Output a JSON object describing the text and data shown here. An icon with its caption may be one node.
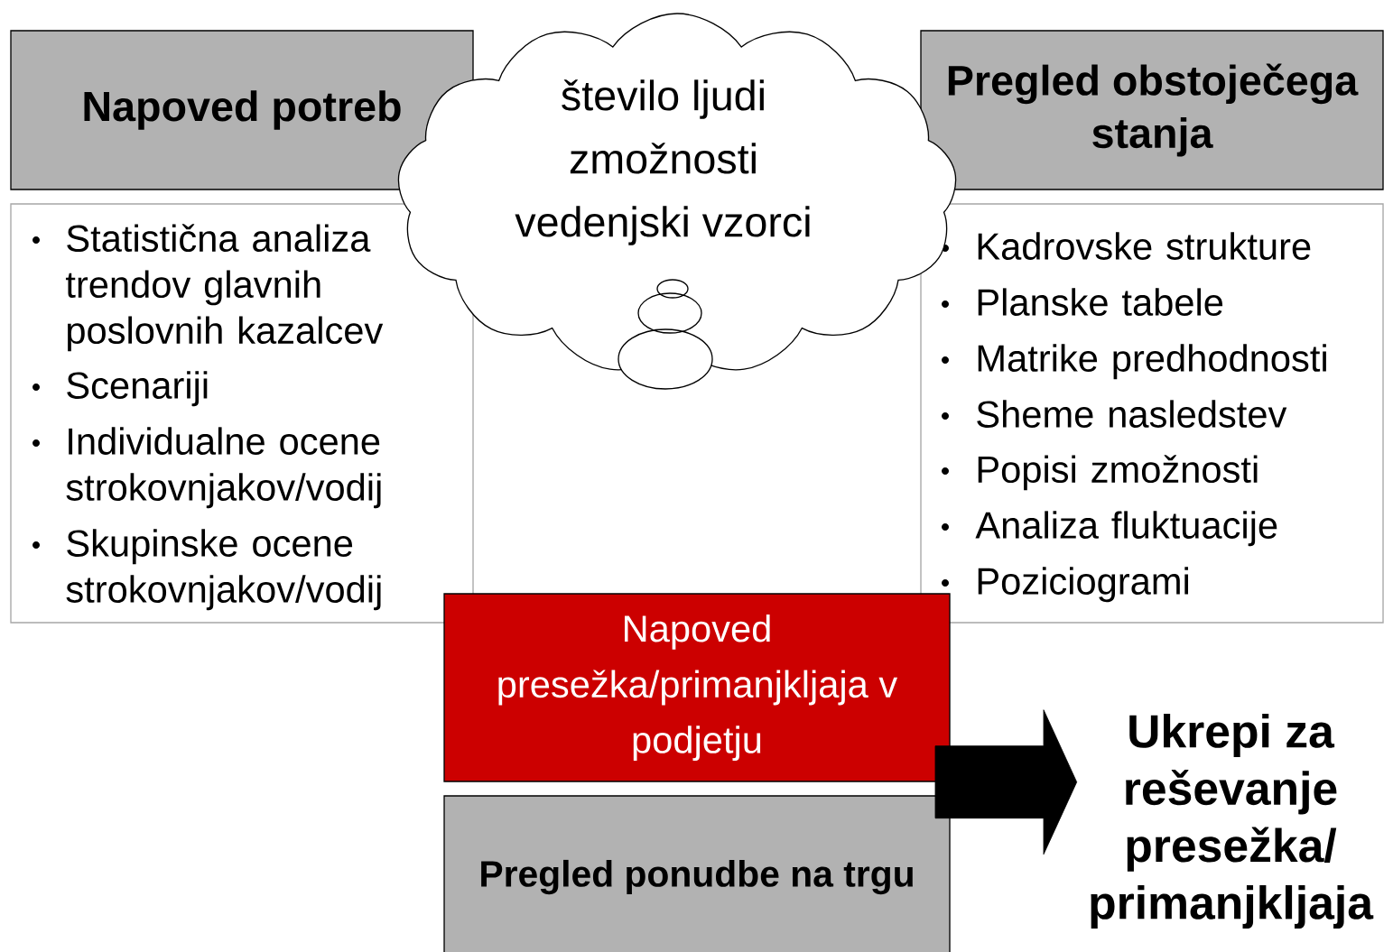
{
  "diagram": {
    "nodes": [
      {
        "text": [
          "Napoved potreb"
        ]
      },
      {
        "text": [
          "Statistična analiza trendov glavnih poslovnih kazalcev",
          "Scenariji",
          "Individualne ocene strokovnjakov/vodij",
          "Skupinske ocene strokovnjakov/vodij"
        ]
      },
      {
        "text": [
          "število ljudi",
          "zmožnosti",
          "vedenjski vzorci"
        ]
      },
      {
        "text": [
          "Pregled obstoječega stanja"
        ]
      },
      {
        "text": [
          "Kadrovske strukture",
          "Planske tabele",
          "Matrike predhodnosti",
          "Sheme nasledstev",
          "Popisi zmožnosti",
          "Analiza fluktuacije",
          "Poziciogrami"
        ]
      },
      {
        "text": [
          "Napoved presežka/primanjkljaja v podjetju"
        ]
      },
      {
        "text": [
          "Pregled ponudbe na trgu"
        ]
      },
      {
        "text": [
          "Ukrepi za reševanje presežka/ primanjkljaja"
        ]
      }
    ],
    "edges": [
      {
        "from": 5,
        "to": 7,
        "arrow": "to",
        "style": "thick"
      }
    ]
  }
}
